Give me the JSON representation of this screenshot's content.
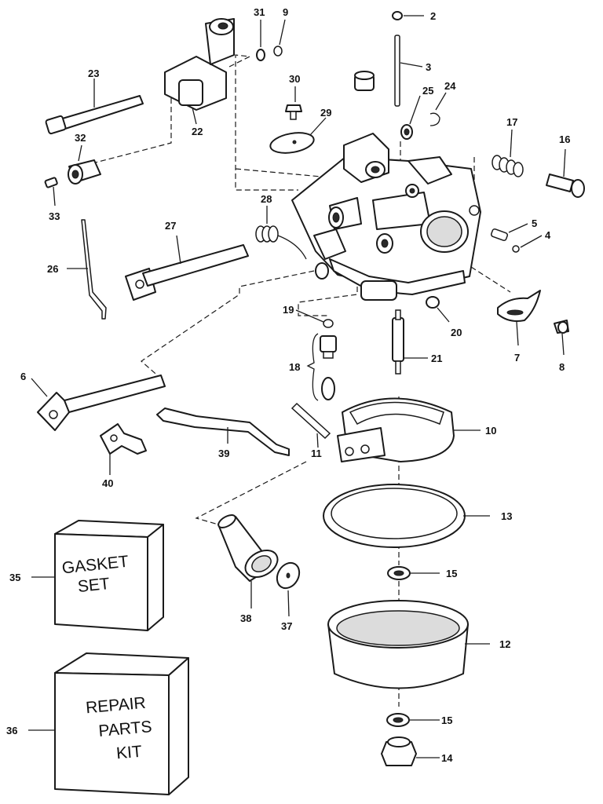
{
  "kit_boxes": {
    "gasket_set": {
      "line1": "GASKET",
      "line2": "SET"
    },
    "repair_kit": {
      "line1": "REPAIR",
      "line2": "PARTS",
      "line3": "KIT"
    }
  },
  "callouts": {
    "n2": "2",
    "n3": "3",
    "n4": "4",
    "n5": "5",
    "n6": "6",
    "n7": "7",
    "n8": "8",
    "n9": "9",
    "n10": "10",
    "n11": "11",
    "n12": "12",
    "n13": "13",
    "n14": "14",
    "n15a": "15",
    "n15b": "15",
    "n16": "16",
    "n17": "17",
    "n18": "18",
    "n19": "19",
    "n20": "20",
    "n21": "21",
    "n22": "22",
    "n23": "23",
    "n24": "24",
    "n25": "25",
    "n26": "26",
    "n27": "27",
    "n28": "28",
    "n29": "29",
    "n30": "30",
    "n31": "31",
    "n32": "32",
    "n33": "33",
    "n35": "35",
    "n36": "36",
    "n37": "37",
    "n38": "38",
    "n39": "39",
    "n40": "40"
  }
}
